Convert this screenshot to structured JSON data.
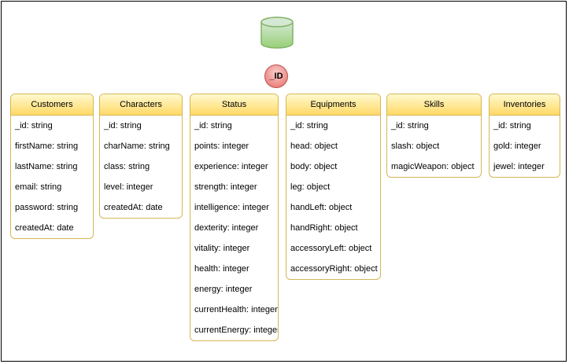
{
  "id_badge": "_ID",
  "entities": [
    {
      "title": "Customers",
      "fields": [
        "_id: string",
        "firstName: string",
        "lastName: string",
        "email: string",
        "password: string",
        "createdAt: date"
      ]
    },
    {
      "title": "Characters",
      "fields": [
        "_id: string",
        "charName: string",
        "class: string",
        "level: integer",
        "createdAt: date"
      ]
    },
    {
      "title": "Status",
      "fields": [
        "_id: string",
        "points: integer",
        "experience: integer",
        "strength: integer",
        "intelligence: integer",
        "dexterity: integer",
        "vitality: integer",
        "health: integer",
        "energy: integer",
        "currentHealth: integer",
        "currentEnergy: integer"
      ]
    },
    {
      "title": "Equipments",
      "fields": [
        "_id: string",
        "head: object",
        "body: object",
        "leg: object",
        "handLeft: object",
        "handRight: object",
        "accessoryLeft: object",
        "accessoryRight: object"
      ]
    },
    {
      "title": "Skills",
      "fields": [
        "_id: string",
        "slash: object",
        "magicWeapon: object"
      ]
    },
    {
      "title": "Inventories",
      "fields": [
        "_id: string",
        "gold: integer",
        "jewel: integer"
      ]
    }
  ]
}
